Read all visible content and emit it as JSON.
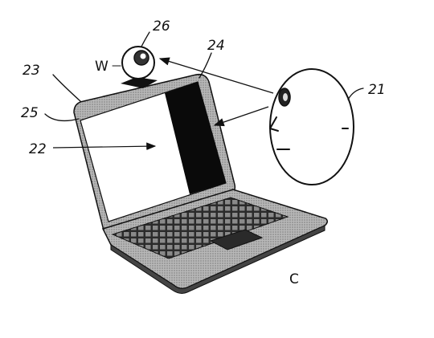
{
  "labels": {
    "l21": "21",
    "l22": "22",
    "l23": "23",
    "l24": "24",
    "l25": "25",
    "l26": "26",
    "w": "W",
    "c": "C"
  },
  "colors": {
    "ink": "#111111",
    "screen_dark": "#0a0a0a",
    "keyboard": "#2a2a2a",
    "body_gray": "#9a9a9a"
  }
}
